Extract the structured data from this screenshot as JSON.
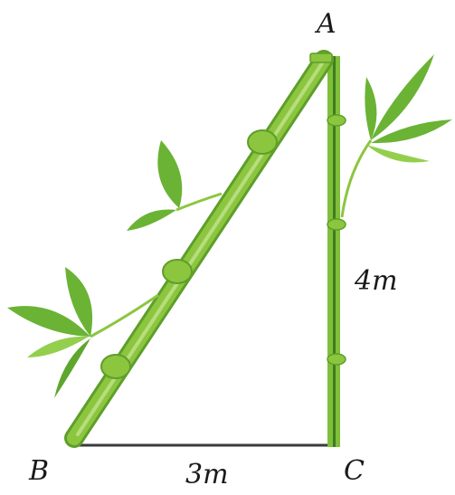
{
  "points": {
    "a": "A",
    "b": "B",
    "c": "C"
  },
  "lengths": {
    "ac": "4m",
    "bc": "3m"
  },
  "colors": {
    "bamboo": "#8cc63f",
    "bamboo_dark": "#5e9e2a",
    "leaf": "#6ab334",
    "leaf_light": "#93cf4d",
    "ground": "#3a3a3a",
    "vertical_pole": "#7fbf3a"
  },
  "icons": {
    "leaf": "bamboo-leaf-icon"
  }
}
